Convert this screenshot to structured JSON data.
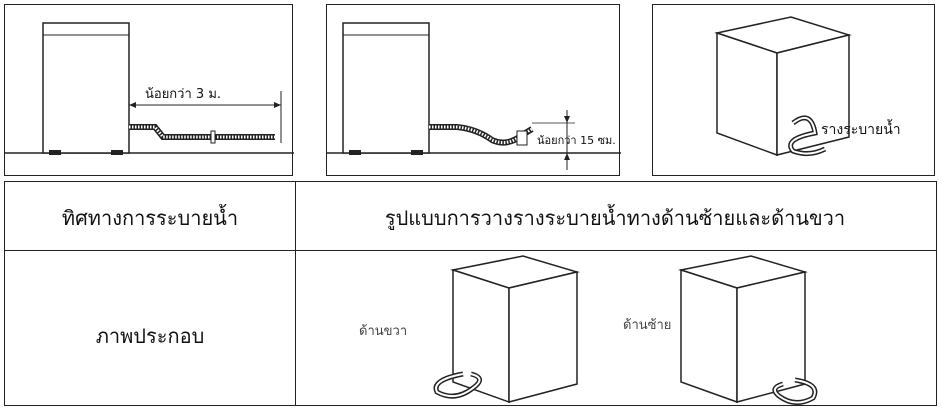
{
  "panels": {
    "p1": {
      "distance_label": "น้อยกว่า 3 ม."
    },
    "p2": {
      "height_label": "น้อยกว่า 15 ซม."
    },
    "p3": {
      "drain_label": "รางระบายน้ำ"
    }
  },
  "table": {
    "header_left": "ทิศทางการระบายน้ำ",
    "header_right": "รูปแบบการวางรางระบายน้ำทางด้านซ้ายและด้านขวา",
    "row_label": "ภาพประกอบ",
    "right_side_label": "ด้านขวา",
    "left_side_label": "ด้านซ้าย"
  }
}
